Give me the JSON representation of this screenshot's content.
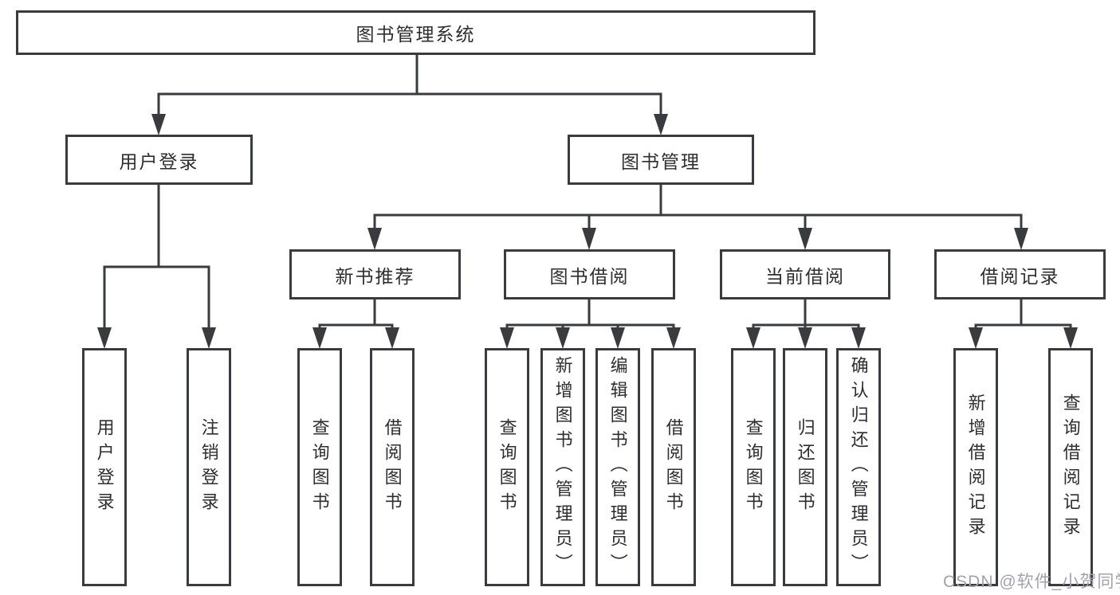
{
  "tree": {
    "root": {
      "label": "图书管理系统"
    },
    "user_login": {
      "label": "用户登录",
      "children": [
        {
          "label": "用户登录"
        },
        {
          "label": "注销登录"
        }
      ]
    },
    "book_management": {
      "label": "图书管理",
      "modules": [
        {
          "label": "新书推荐",
          "children": [
            {
              "label": "查询图书"
            },
            {
              "label": "借阅图书"
            }
          ]
        },
        {
          "label": "图书借阅",
          "children": [
            {
              "label": "查询图书"
            },
            {
              "label": "新增图书（管理员）"
            },
            {
              "label": "编辑图书（管理员）"
            },
            {
              "label": "借阅图书"
            }
          ]
        },
        {
          "label": "当前借阅",
          "children": [
            {
              "label": "查询图书"
            },
            {
              "label": "归还图书"
            },
            {
              "label": "确认归还（管理员）"
            }
          ]
        },
        {
          "label": "借阅记录",
          "children": [
            {
              "label": "新增借阅记录"
            },
            {
              "label": "查询借阅记录"
            }
          ]
        }
      ]
    }
  },
  "watermark": {
    "text": "CSDN @软件_小贺同学"
  },
  "colors": {
    "line": "#3a3b3e",
    "text": "#2d2e31",
    "background": "#ffffff",
    "watermark": "#a2a3ad"
  }
}
